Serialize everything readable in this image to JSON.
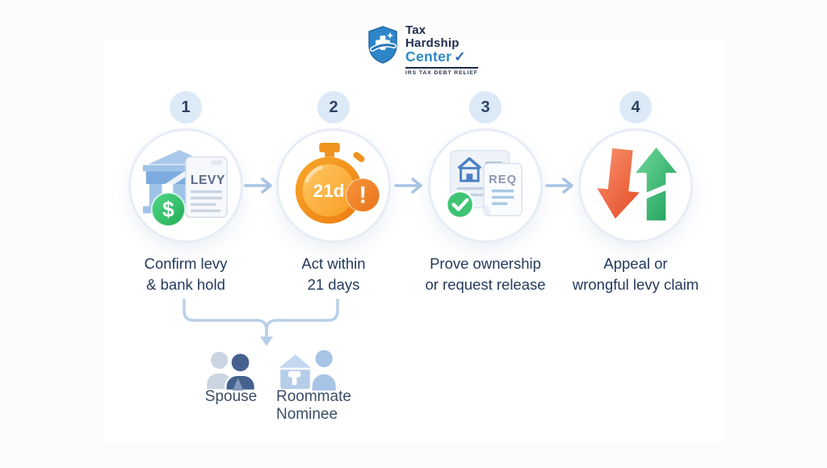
{
  "logo": {
    "name_line1": "Tax",
    "name_line2": "Hardship",
    "name_line3": "Center",
    "checkmark": "✓",
    "tagline": "IRS TAX DEBT RELIEF"
  },
  "steps": [
    {
      "number": "1",
      "caption_line1": "Confirm levy",
      "caption_line2": "& bank hold",
      "icon": "bank-levy-dollar-icon",
      "doc_label": "LEVY",
      "coin_symbol": "$"
    },
    {
      "number": "2",
      "caption_line1": "Act within",
      "caption_line2": "21 days",
      "icon": "stopwatch-21-days-icon",
      "timer_label": "21d",
      "alert_symbol": "!"
    },
    {
      "number": "3",
      "caption_line1": "Prove ownership",
      "caption_line2": "or request release",
      "icon": "ownership-request-docs-icon",
      "doc_label": "REQ"
    },
    {
      "number": "4",
      "caption_line1": "Appeal or",
      "caption_line2": "wrongful levy claim",
      "icon": "appeal-up-down-arrows-icon"
    }
  ],
  "branch": {
    "options": [
      {
        "label": "Spouse",
        "icon": "spouse-couple-icon"
      },
      {
        "label_line1": "Roommate",
        "label_line2": "Nominee",
        "icon": "roommate-house-person-icon"
      }
    ]
  },
  "colors": {
    "accent_blue": "#2E86C8",
    "navy": "#24395C",
    "ring": "#E7EDF6",
    "badge_bg": "#DCE9F6",
    "arrow": "#A8C3E2",
    "bracket": "#B9CFE9",
    "orange": "#F08A1E",
    "green": "#3EC473",
    "red": "#EA5633"
  }
}
